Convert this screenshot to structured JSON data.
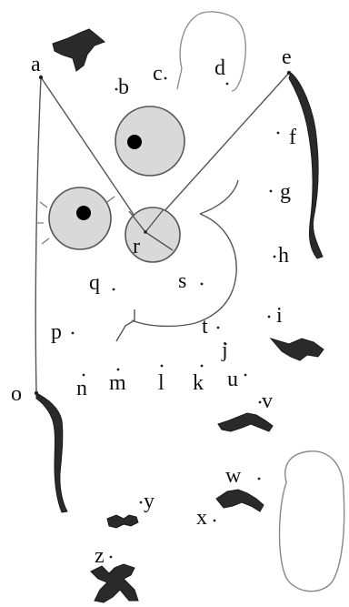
{
  "figure": {
    "point_labels": [
      "a",
      "b",
      "c",
      "d",
      "e",
      "f",
      "g",
      "h",
      "i",
      "j",
      "k",
      "l",
      "m",
      "n",
      "o",
      "p",
      "q",
      "r",
      "s",
      "t",
      "u",
      "v",
      "w",
      "x",
      "y",
      "z"
    ]
  },
  "colors": {
    "background": "#ffffff",
    "ink": "#111111",
    "disc_fill": "#d9d9d9",
    "specimen": "#2a2a2a",
    "outline": "#888888"
  }
}
